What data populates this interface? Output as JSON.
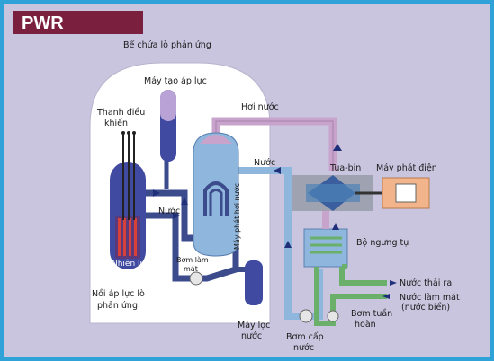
{
  "title": "PWR",
  "colors": {
    "frame": "#2fa3d8",
    "banner": "#7a1f3d",
    "background": "#c9c5df",
    "containment": "#ffffff",
    "reactor": "#3f4aa0",
    "pipe_blue": "#8fb6dc",
    "pipe_dark": "#3b4b8c",
    "steam_pipe": "#c8a4cc",
    "condenser_green": "#6bb06a",
    "generator": "#f2b48a",
    "fuel": "#d8403a"
  },
  "labels": {
    "containment": "Bể chứa lò phản ứng",
    "pressurizer": "Máy tạo áp lực",
    "control_rods": "Thanh điều khiển",
    "fuel": "Nhiên liệu",
    "reactor_vessel": "Nồi áp lực lò phản ứng",
    "steam": "Hơi nước",
    "water_top": "Nước",
    "water_reactor": "Nước",
    "steam_generator": "Máy phát hơi nước",
    "coolant_pump": "Bơm làm mát",
    "filter": "Máy lọc nước",
    "turbine": "Tua-bin",
    "generator": "Máy phát điện",
    "condenser": "Bộ ngưng tụ",
    "feed_pump": "Bơm cấp nước",
    "circulation_pump": "Bơm tuần hoàn",
    "discharge_water": "Nước thải ra",
    "cooling_water": "Nước làm mát (nước biển)"
  },
  "icons": [
    "flow-arrow-icon"
  ]
}
